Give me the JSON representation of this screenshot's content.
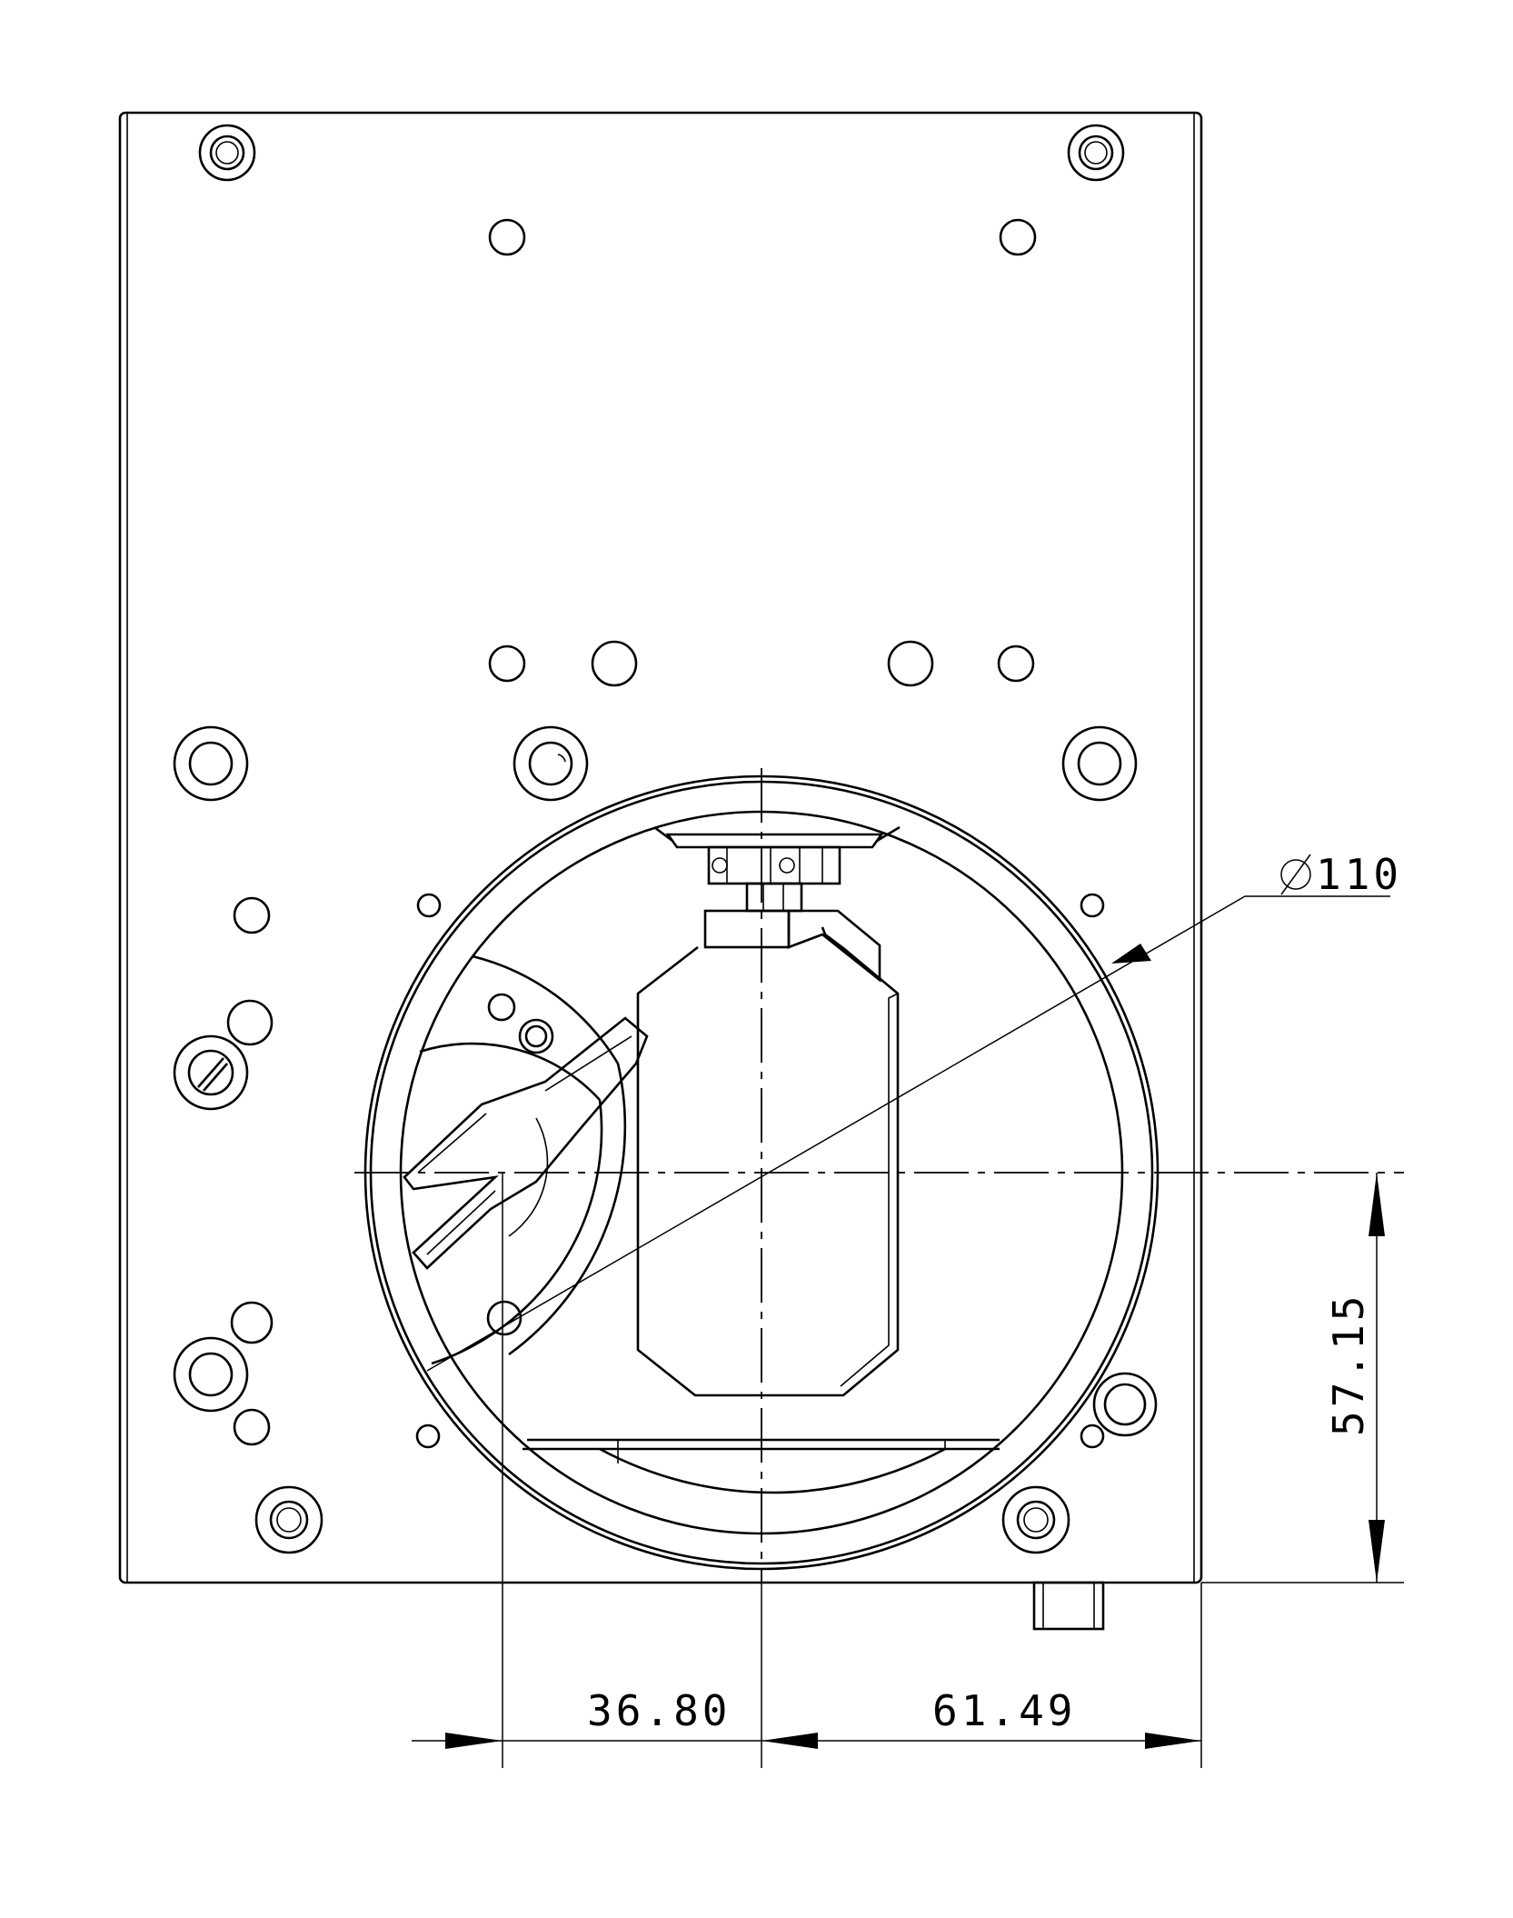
{
  "dimensions": {
    "diameter": "110",
    "left_offset": "36.80",
    "right_offset": "61.49",
    "vertical_offset": "57.15"
  },
  "symbols": {
    "diameter_symbol": "diameter-symbol-icon"
  },
  "colors": {
    "line": "#000000",
    "background": "#ffffff"
  }
}
